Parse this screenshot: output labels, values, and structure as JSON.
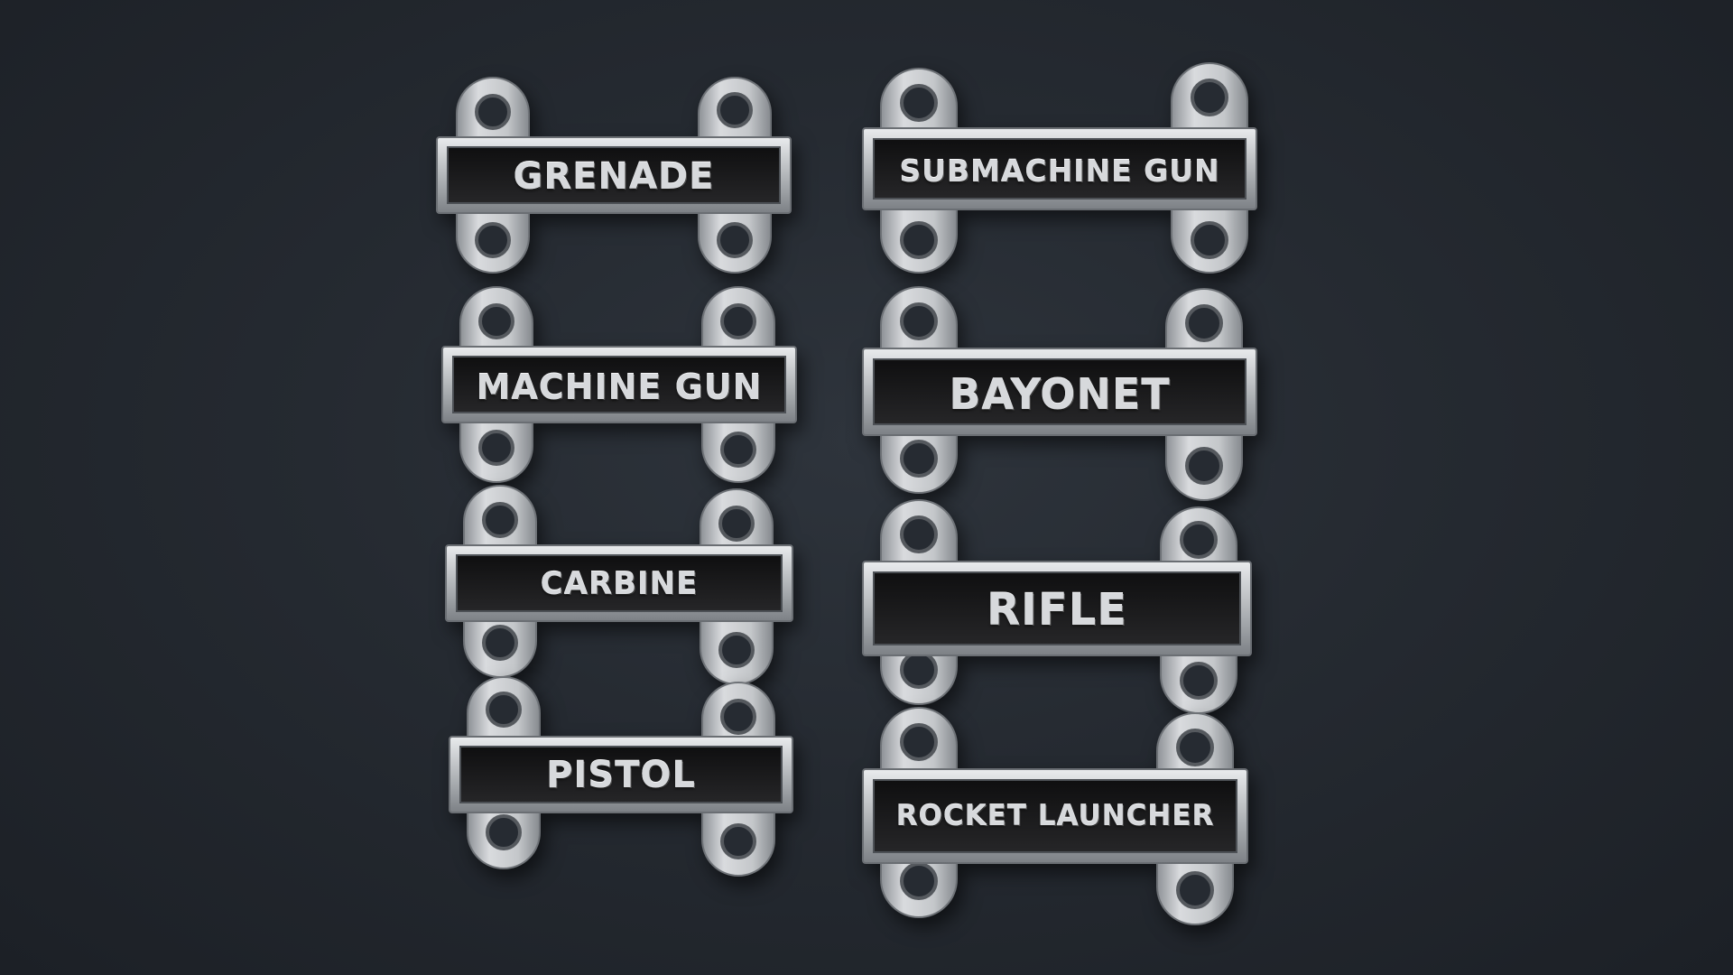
{
  "scene": {
    "background_color": "#262b32",
    "metal_color": "#b9bcbf",
    "plate_color": "#1c1c1e"
  },
  "bars": [
    {
      "label": "GRENADE"
    },
    {
      "label": "MACHINE GUN"
    },
    {
      "label": "CARBINE"
    },
    {
      "label": "PISTOL"
    },
    {
      "label": "SUBMACHINE GUN"
    },
    {
      "label": "BAYONET"
    },
    {
      "label": "RIFLE"
    },
    {
      "label": "ROCKET LAUNCHER"
    }
  ]
}
